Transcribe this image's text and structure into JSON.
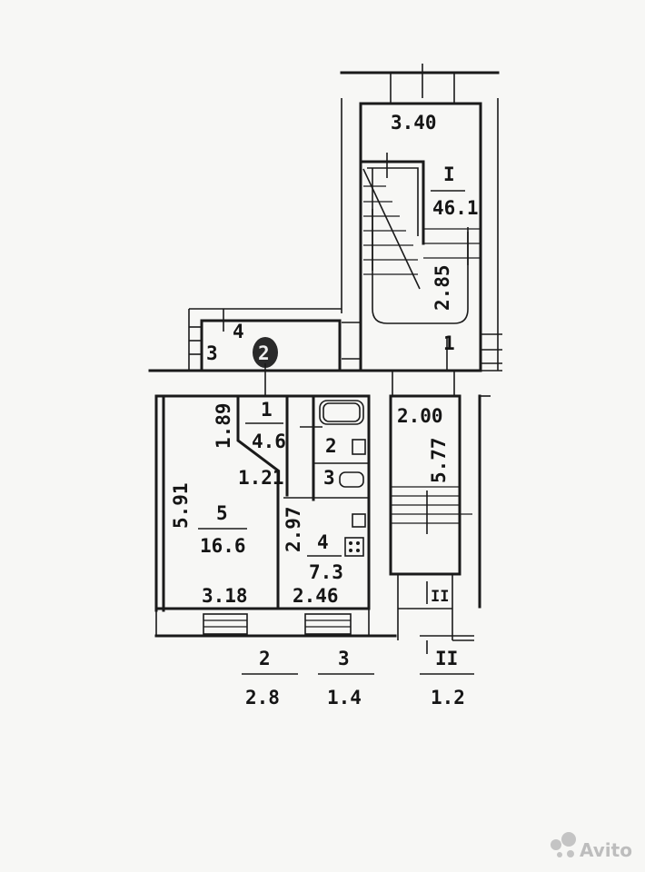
{
  "floor_plan": {
    "stair_block": {
      "width_label": "3.40",
      "room_number": "I",
      "area": "46.1",
      "depth": "2.85",
      "landing_number": "1"
    },
    "top_left_block": {
      "label_a": "3",
      "label_b": "4",
      "label_c": "2"
    },
    "rooms": {
      "hall": {
        "number": "1",
        "area": "4.6",
        "dim_a": "1.89",
        "dim_b": "1.21"
      },
      "bathroom": {
        "number": "2"
      },
      "toilet": {
        "number": "3"
      },
      "kitchen": {
        "number": "4",
        "area": "7.3",
        "dim_h": "2.97",
        "dim_w": "2.46"
      },
      "living": {
        "number": "5",
        "area": "16.6",
        "dim_h": "5.91",
        "dim_w": "3.18"
      },
      "stair_cell": {
        "width": "2.00",
        "length": "5.77",
        "number": "II"
      }
    },
    "window_legend": [
      {
        "number": "2",
        "value": "2.8"
      },
      {
        "number": "3",
        "value": "1.4"
      },
      {
        "number": "II",
        "value": "1.2"
      }
    ]
  },
  "watermark": {
    "brand": "Avito"
  }
}
